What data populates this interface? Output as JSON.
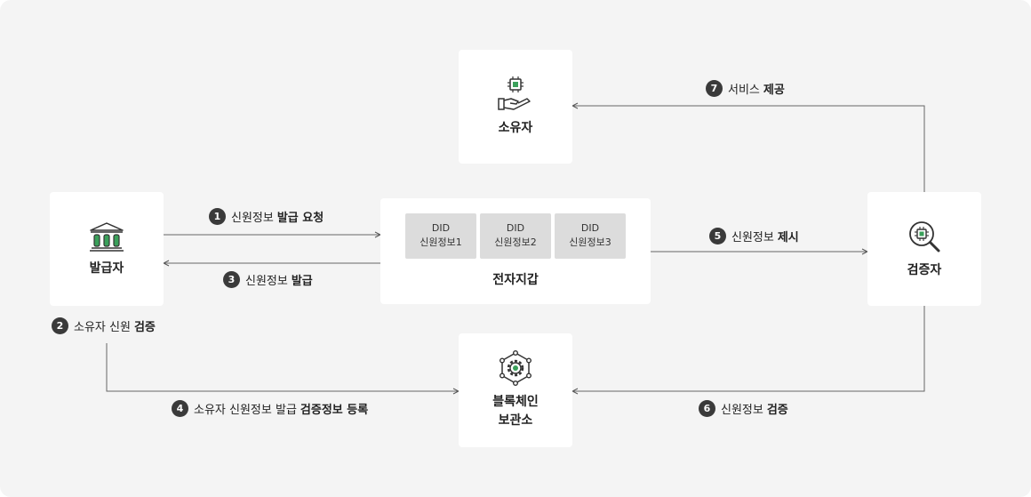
{
  "nodes": {
    "owner": "소유자",
    "issuer": "발급자",
    "wallet": "전자지갑",
    "verifier": "검증자",
    "blockchain_line1": "블록체인",
    "blockchain_line2": "보관소"
  },
  "wallet_cards": [
    {
      "title": "DID",
      "sub": "신원정보1"
    },
    {
      "title": "DID",
      "sub": "신원정보2"
    },
    {
      "title": "DID",
      "sub": "신원정보3"
    }
  ],
  "steps": [
    {
      "num": "1",
      "text": "신원정보",
      "bold": "발급 요청"
    },
    {
      "num": "2",
      "text": "소유자 신원",
      "bold": "검증"
    },
    {
      "num": "3",
      "text": "신원정보",
      "bold": "발급"
    },
    {
      "num": "4",
      "text": "소유자 신원정보 발급",
      "bold": "검증정보 등록"
    },
    {
      "num": "5",
      "text": "신원정보",
      "bold": "제시"
    },
    {
      "num": "6",
      "text": "신원정보",
      "bold": "검증"
    },
    {
      "num": "7",
      "text": "서비스",
      "bold": "제공"
    }
  ],
  "icons": {
    "owner": "hand-chip-icon",
    "issuer": "bank-icon",
    "verifier": "magnifier-chip-icon",
    "blockchain": "network-gear-icon"
  },
  "colors": {
    "background": "#f4f4f4",
    "box": "#ffffff",
    "card": "#dcdcdc",
    "badge": "#3a3a3a",
    "chip_green": "#3aa05a"
  }
}
